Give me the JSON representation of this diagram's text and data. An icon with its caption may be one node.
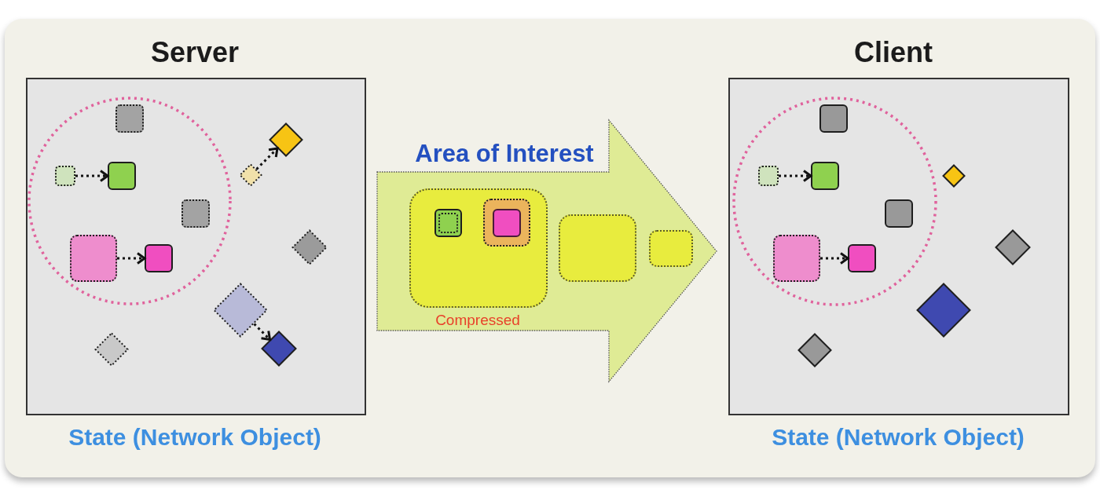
{
  "diagram": {
    "nodes": [
      {
        "text": [
          "Server"
        ],
        "beside": [
          "State (Network Object)"
        ]
      },
      {
        "text": [],
        "shape": "circle",
        "in": 0
      },
      {
        "text": [],
        "shape": "box",
        "in": 1
      },
      {
        "text": [],
        "shape": "box",
        "in": 1
      },
      {
        "text": [],
        "shape": "box",
        "in": 1
      },
      {
        "text": [],
        "shape": "box",
        "in": 1
      },
      {
        "text": [],
        "shape": "box",
        "in": 1
      },
      {
        "text": [],
        "shape": "box",
        "in": 1
      },
      {
        "text": [],
        "shape": "diamond",
        "in": 0
      },
      {
        "text": [],
        "shape": "diamond",
        "in": 0
      },
      {
        "text": [],
        "shape": "diamond",
        "in": 0
      },
      {
        "text": [],
        "shape": "diamond",
        "in": 0
      },
      {
        "text": [],
        "shape": "diamond",
        "in": 0
      },
      {
        "text": [],
        "shape": "diamond",
        "in": 0
      },
      {
        "text": [
          "Area of Interest"
        ]
      },
      {
        "text": [],
        "shape": "box",
        "in": 14,
        "beside": [
          "Compressed"
        ]
      },
      {
        "text": [],
        "shape": "box",
        "in": 15
      },
      {
        "text": [],
        "shape": "box",
        "in": 16
      },
      {
        "text": [],
        "shape": "box",
        "in": 15
      },
      {
        "text": [],
        "shape": "box",
        "in": 18
      },
      {
        "text": [],
        "shape": "box",
        "in": 14
      },
      {
        "text": [],
        "shape": "box",
        "in": 14
      },
      {
        "text": [
          "Client"
        ],
        "beside": [
          "State (Network Object)"
        ]
      },
      {
        "text": [],
        "shape": "circle",
        "in": 22
      },
      {
        "text": [],
        "shape": "box",
        "in": 23
      },
      {
        "text": [],
        "shape": "box",
        "in": 23
      },
      {
        "text": [],
        "shape": "box",
        "in": 23
      },
      {
        "text": [],
        "shape": "box",
        "in": 23
      },
      {
        "text": [],
        "shape": "box",
        "in": 23
      },
      {
        "text": [],
        "shape": "box",
        "in": 23
      },
      {
        "text": [],
        "shape": "diamond",
        "in": 22
      },
      {
        "text": [],
        "shape": "diamond",
        "in": 22
      },
      {
        "text": [],
        "shape": "diamond",
        "in": 22
      },
      {
        "text": [],
        "shape": "diamond",
        "in": 22
      }
    ],
    "edges": [
      {
        "from": 3,
        "to": 4,
        "arrow": "to",
        "style": "dashed"
      },
      {
        "from": 6,
        "to": 7,
        "arrow": "to",
        "style": "dashed"
      },
      {
        "from": 8,
        "to": 9,
        "arrow": "to",
        "style": "dashed"
      },
      {
        "from": 11,
        "to": 12,
        "arrow": "to",
        "style": "dashed"
      },
      {
        "from": 25,
        "to": 26,
        "arrow": "to",
        "style": "dashed"
      },
      {
        "from": 28,
        "to": 29,
        "arrow": "to",
        "style": "dashed"
      }
    ]
  }
}
